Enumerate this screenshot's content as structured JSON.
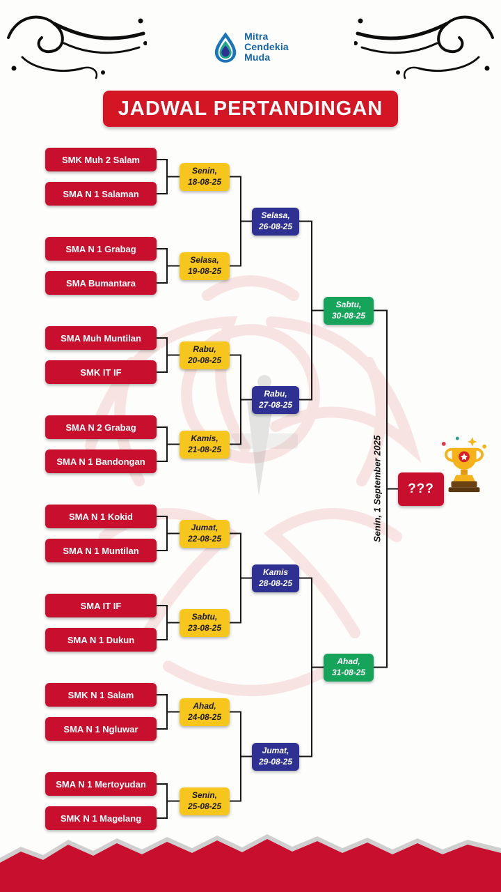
{
  "page": {
    "title": "JADWAL PERTANDINGAN",
    "logo": {
      "lines": [
        "Mitra",
        "Cendekia",
        "Muda"
      ]
    }
  },
  "bracket": {
    "teams": [
      "SMK Muh 2 Salam",
      "SMA N 1 Salaman",
      "SMA N 1 Grabag",
      "SMA Bumantara",
      "SMA Muh Muntilan",
      "SMK IT IF",
      "SMA N 2 Grabag",
      "SMA N 1 Bandongan",
      "SMA N 1 Kokid",
      "SMA N 1 Muntilan",
      "SMA IT IF",
      "SMA N 1 Dukun",
      "SMK N 1 Salam",
      "SMA N 1 Ngluwar",
      "SMA N 1 Mertoyudan",
      "SMK N 1 Magelang"
    ],
    "round1": [
      {
        "day": "Senin,",
        "date": "18-08-25"
      },
      {
        "day": "Selasa,",
        "date": "19-08-25"
      },
      {
        "day": "Rabu,",
        "date": "20-08-25"
      },
      {
        "day": "Kamis,",
        "date": "21-08-25"
      },
      {
        "day": "Jumat,",
        "date": "22-08-25"
      },
      {
        "day": "Sabtu,",
        "date": "23-08-25"
      },
      {
        "day": "Ahad,",
        "date": "24-08-25"
      },
      {
        "day": "Senin,",
        "date": "25-08-25"
      }
    ],
    "quarterfinals": [
      {
        "day": "Selasa,",
        "date": "26-08-25"
      },
      {
        "day": "Rabu,",
        "date": "27-08-25"
      },
      {
        "day": "Kamis",
        "date": "28-08-25"
      },
      {
        "day": "Jumat,",
        "date": "29-08-25"
      }
    ],
    "semifinals": [
      {
        "day": "Sabtu,",
        "date": "30-08-25"
      },
      {
        "day": "Ahad,",
        "date": "31-08-25"
      }
    ],
    "final": {
      "schedule": "Senin, 1 September 2025",
      "winner_placeholder": "???"
    }
  },
  "colors": {
    "red": "#c8102e",
    "yellow": "#f7c61d",
    "navy": "#2e3192",
    "green": "#16a35a"
  }
}
